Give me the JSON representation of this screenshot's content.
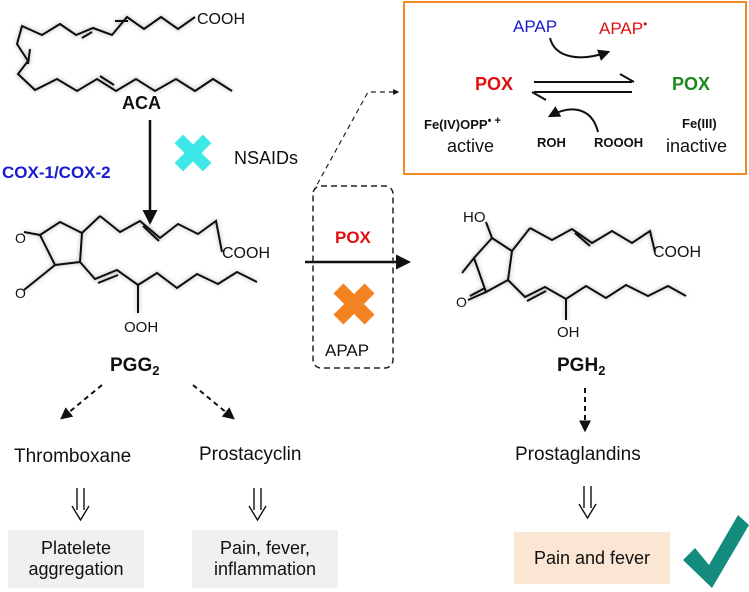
{
  "colors": {
    "cox": "#1a1ad0",
    "pox_red": "#e01010",
    "pox_green": "#1b8a1b",
    "apap_blue": "#1a1ad0",
    "nsaids_cross": "#3ee8e8",
    "apap_cross": "#f58220",
    "inset_border": "#f08a24",
    "grey_box": "#f0f0f0",
    "peach_box": "#fbe5d3",
    "check": "#138b7d"
  },
  "icons": {
    "nsaids_cross": "cross-icon",
    "apap_cross": "cross-icon",
    "check": "checkmark-icon"
  },
  "molecules": {
    "aca": {
      "label": "ACA",
      "group": "COOH"
    },
    "pgg2": {
      "label": "PGG",
      "subscript": "2",
      "acid": "COOH",
      "peroxide": "OOH",
      "ring_o1": "O",
      "ring_o2": "O"
    },
    "pgh2": {
      "label": "PGH",
      "subscript": "2",
      "acid": "COOH",
      "ho": "HO",
      "oh": "OH",
      "ketone": "O"
    }
  },
  "step1": {
    "enzyme": "COX-1/COX-2",
    "inhibitor": "NSAIDs"
  },
  "step2": {
    "enzyme": "POX",
    "inhibitor": "APAP"
  },
  "inset": {
    "apap": "APAP",
    "apap_radical": "APAP",
    "radical_dot": "•",
    "pox_left": "POX",
    "pox_right": "POX",
    "left_state": "Fe(IV)OPP",
    "left_charge": "• +",
    "left_activity": "active",
    "right_state": "Fe(III)",
    "right_activity": "inactive",
    "roh": "ROH",
    "roooh": "ROOOH"
  },
  "products": {
    "thromboxane": "Thromboxane",
    "prostacyclin": "Prostacyclin",
    "prostaglandins": "Prostaglandins"
  },
  "outcomes": {
    "platelet_line1": "Platelete",
    "platelet_line2": "aggregation",
    "pain_line1": "Pain, fever,",
    "pain_line2": "inflammation",
    "pain_fever": "Pain and fever"
  }
}
